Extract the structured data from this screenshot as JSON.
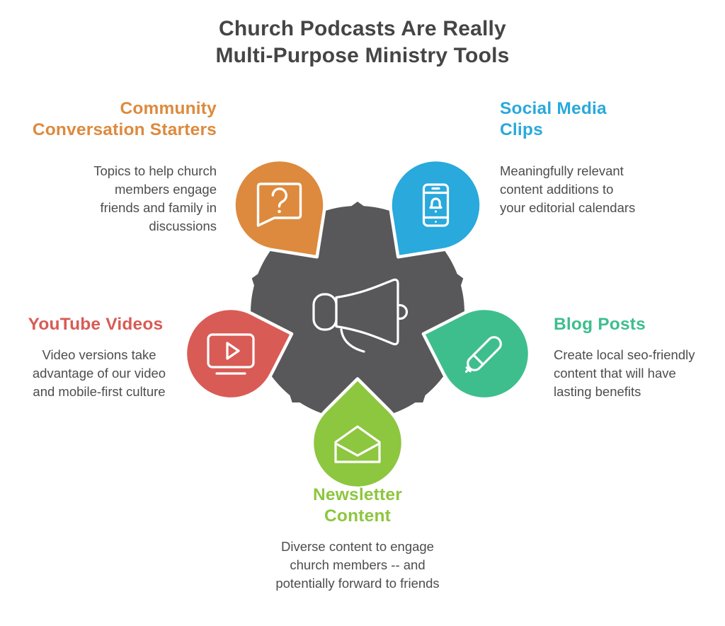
{
  "title": "Church Podcasts Are Really\nMulti-Purpose Ministry Tools",
  "center": {
    "icon": "megaphone-icon",
    "hub_color": "#58585a"
  },
  "nodes": [
    {
      "id": "community-conversation-starters",
      "heading": "Community\nConversation Starters",
      "body": "Topics to help church\nmembers engage\nfriends and family in\ndiscussions",
      "color": "#dd8a3e",
      "icon": "question-speech-bubble-icon"
    },
    {
      "id": "social-media-clips",
      "heading": "Social Media\nClips",
      "body": "Meaningfully relevant\ncontent additions to\nyour editorial calendars",
      "color": "#29a9dc",
      "icon": "phone-notification-icon"
    },
    {
      "id": "youtube-videos",
      "heading": "YouTube Videos",
      "body": "Video versions take\nadvantage of our video\nand mobile-first culture",
      "color": "#d95b55",
      "icon": "video-player-icon"
    },
    {
      "id": "blog-posts",
      "heading": "Blog Posts",
      "body": "Create local seo-friendly\ncontent that will have\nlasting benefits",
      "color": "#3ebe8d",
      "icon": "pen-icon"
    },
    {
      "id": "newsletter-content",
      "heading": "Newsletter\nContent",
      "body": "Diverse content to engage\nchurch members -- and\npotentially forward to friends",
      "color": "#8dc63f",
      "icon": "envelope-icon"
    }
  ],
  "text_color": "#4d4d4d",
  "title_color": "#454545"
}
